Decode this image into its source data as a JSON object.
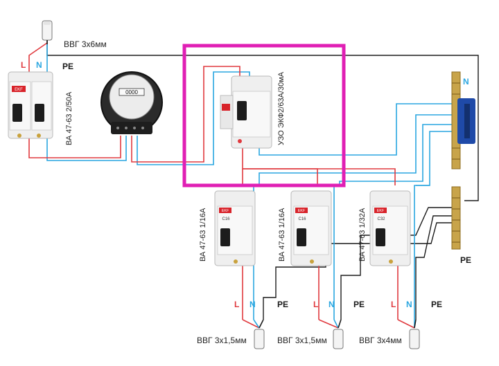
{
  "input_cable": "ВВГ 3х6мм",
  "main_breaker_label": "ВА 47-63 2/50А",
  "rcd_label": "УЗО ЭКФ2/63А/30мА",
  "breakers": [
    {
      "label": "ВА 47-63 1/16А",
      "face": "C16"
    },
    {
      "label": "ВА 47-63 1/16А",
      "face": "C16"
    },
    {
      "label": "ВА 47-63 1/32А",
      "face": "C32"
    }
  ],
  "output_cables": [
    "ВВГ 3х1,5мм",
    "ВВГ 3х1,5мм",
    "ВВГ 3х4мм"
  ],
  "wire_letters": {
    "l": "L",
    "n": "N",
    "pe": "PE"
  },
  "device_brand": "EKF",
  "meter_display": "0000",
  "colors": {
    "phase": "#e0393e",
    "neutral": "#2aa6e0",
    "ground": "#1a1a1a",
    "highlight": "#e01fb4",
    "busbar_copper": "#c8a44a",
    "bus_holder": "#1f4aa8"
  }
}
